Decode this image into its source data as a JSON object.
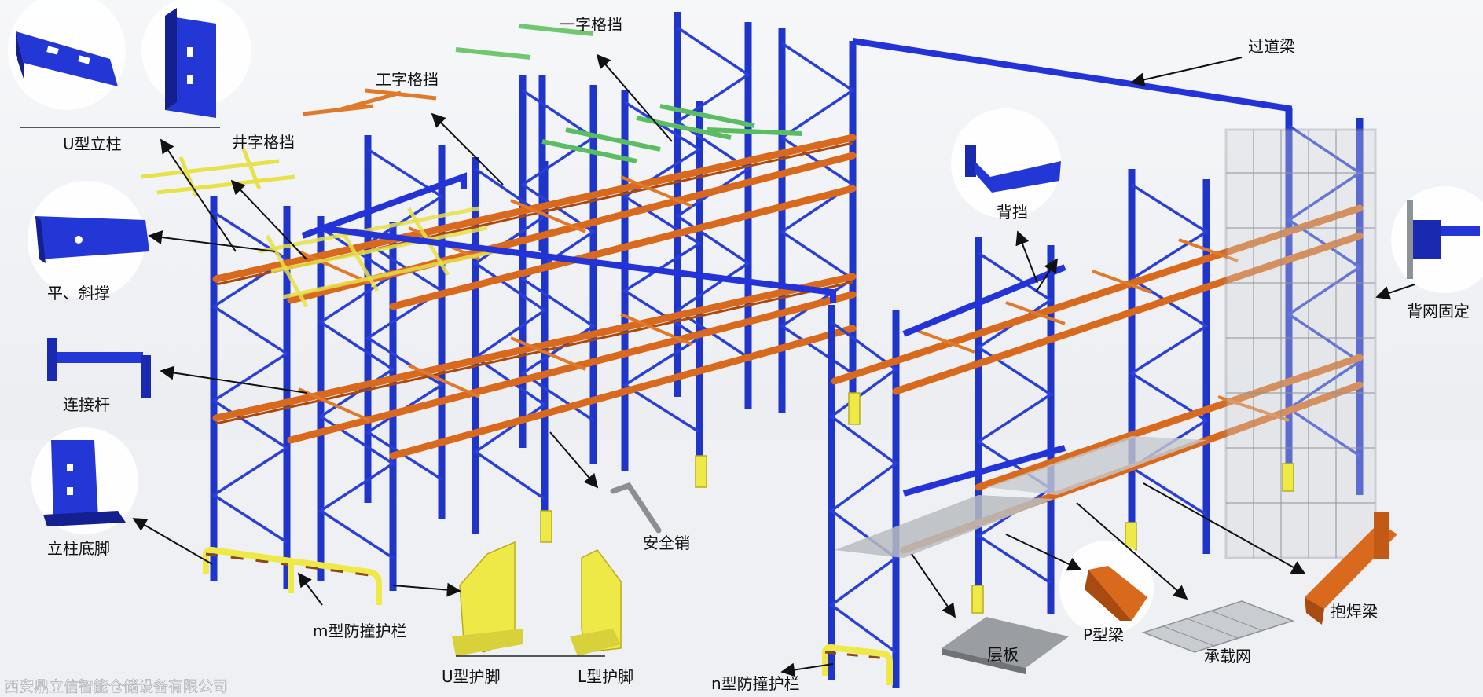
{
  "labels": {
    "u_upright": "U型立柱",
    "cross_grid": "井字格挡",
    "i_grid": "工字格挡",
    "line_grid": "一字格挡",
    "aisle_beam": "过道梁",
    "back_stop": "背挡",
    "brace": "平、斜撑",
    "connector": "连接杆",
    "base_plate": "立柱底脚",
    "m_guard": "m型防撞护栏",
    "u_foot_guard": "U型护脚",
    "l_foot_guard": "L型护脚",
    "safety_pin": "安全销",
    "n_guard": "n型防撞护栏",
    "shelf_plate": "层板",
    "p_beam": "P型梁",
    "load_mesh": "承载网",
    "weld_beam": "抱焊梁",
    "back_mesh_fix": "背网固定"
  },
  "watermark": "西安鼎立信智能仓储设备有限公司",
  "colors": {
    "upright": "#1f34c8",
    "beam": "#d9691c",
    "grid_yellow": "#e8e14a",
    "grid_green": "#5bbd62",
    "foot_guard": "#efe947",
    "guard_stripe": "#8a4a16"
  }
}
